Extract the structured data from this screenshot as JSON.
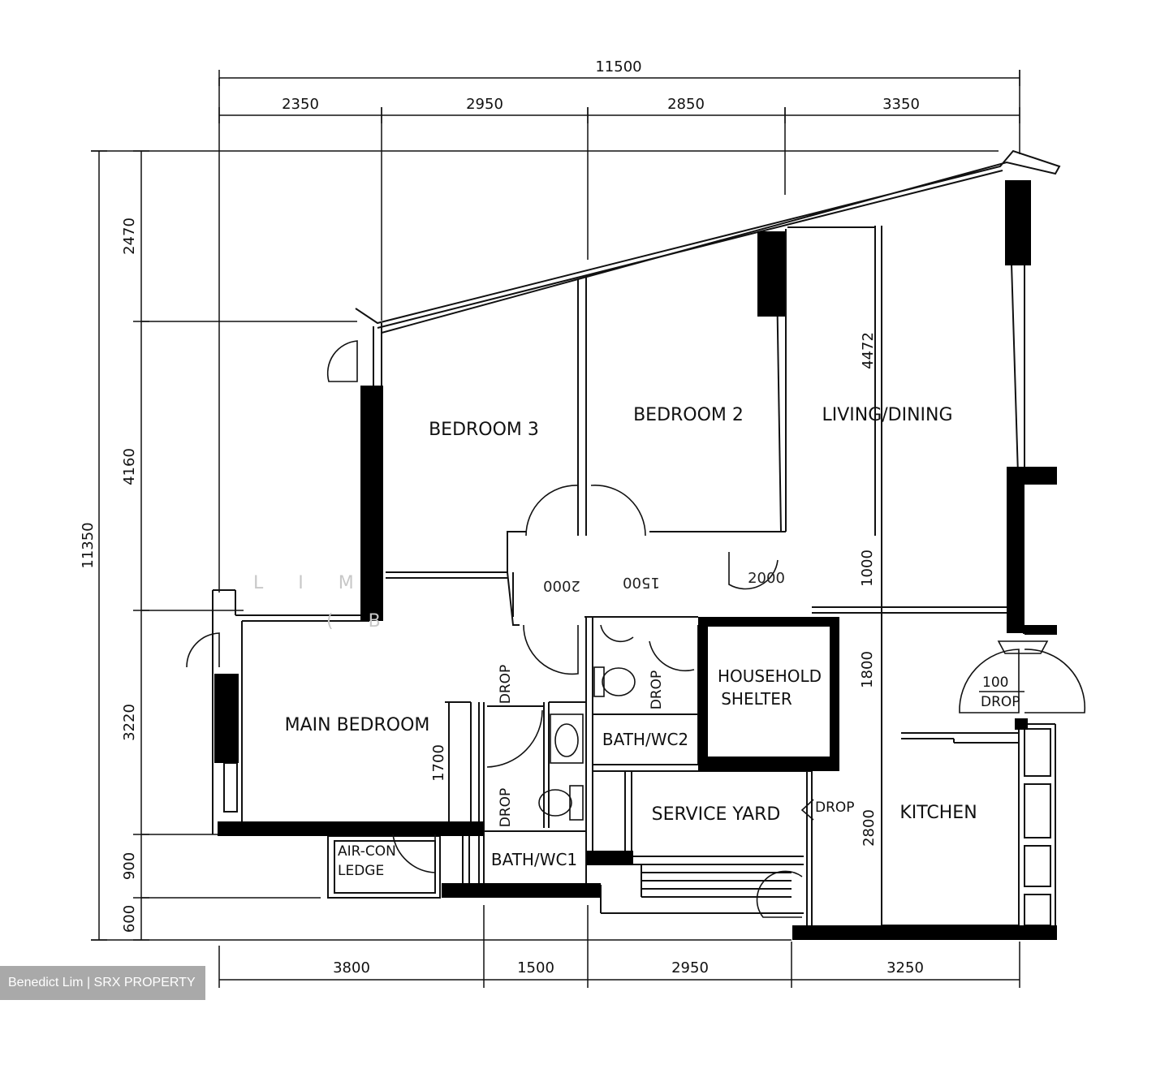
{
  "dimensions": {
    "top_total": "11500",
    "top_segments": [
      "2350",
      "2950",
      "2850",
      "3350"
    ],
    "bottom_segments": [
      "3800",
      "1500",
      "2950",
      "3250"
    ],
    "left_total": "11350",
    "left_segments": [
      "2470",
      "4160",
      "3220",
      "900",
      "600"
    ],
    "inner": {
      "living": "4472",
      "bedroom_width": "1700",
      "kitchen": "2800",
      "shelter_side": "1800",
      "corridor_right": "1000",
      "corridor_mid": "2000",
      "corridor_left": "1500"
    }
  },
  "rooms": {
    "bedroom3": "BEDROOM 3",
    "bedroom2": "BEDROOM 2",
    "living": "LIVING/DINING",
    "main_bedroom": "MAIN BEDROOM",
    "household_line1": "HOUSEHOLD",
    "household_line2": "SHELTER",
    "bath2": "BATH/WC2",
    "bath1": "BATH/WC1",
    "service_yard": "SERVICE YARD",
    "kitchen": "KITCHEN",
    "aircon_line1": "AIR-CON",
    "aircon_line2": "LEDGE"
  },
  "drops": {
    "drop_label": "DROP",
    "drop_100": "100"
  },
  "watermark": {
    "line1": "L I M",
    "line2": "( B"
  },
  "credit": "Benedict Lim | SRX PROPERTY"
}
